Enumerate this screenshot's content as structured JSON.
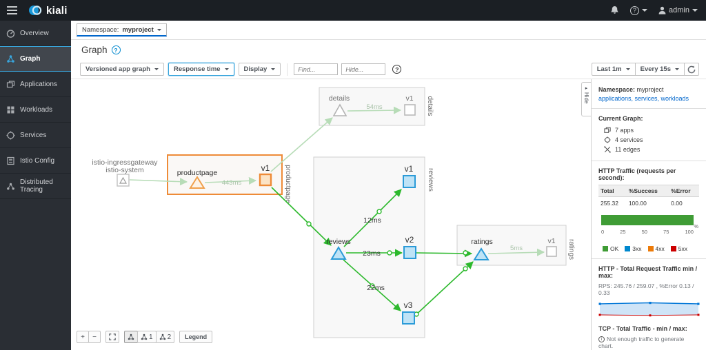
{
  "masthead": {
    "brand": "kiali",
    "user": "admin"
  },
  "sidebar": {
    "items": [
      {
        "label": "Overview"
      },
      {
        "label": "Graph"
      },
      {
        "label": "Applications"
      },
      {
        "label": "Workloads"
      },
      {
        "label": "Services"
      },
      {
        "label": "Istio Config"
      },
      {
        "label": "Distributed Tracing"
      }
    ]
  },
  "topbar": {
    "namespace_label": "Namespace:",
    "namespace_value": "myproject"
  },
  "page": {
    "title": "Graph"
  },
  "toolbar": {
    "graph_type": "Versioned app graph",
    "edge_label_mode": "Response time",
    "display": "Display",
    "find_placeholder": "Find...",
    "hide_placeholder": "Hide...",
    "duration": "Last 1m",
    "refresh_interval": "Every 15s"
  },
  "graph": {
    "gateway": {
      "line1": "istio-ingressgateway",
      "line2": "istio-system"
    },
    "groups": {
      "productpage": "productpage",
      "details": "details",
      "reviews": "reviews",
      "ratings": "ratings"
    },
    "nodes": {
      "productpage": "productpage",
      "productpage_v1": "v1",
      "details": "details",
      "details_v1": "v1",
      "reviews": "reviews",
      "reviews_v1": "v1",
      "reviews_v2": "v2",
      "reviews_v3": "v3",
      "ratings": "ratings",
      "ratings_v1": "v1"
    },
    "edges": {
      "pp_v1": "443ms",
      "details_v1": "54ms",
      "reviews_v1": "12ms",
      "reviews_v2": "23ms",
      "reviews_v3": "22ms",
      "ratings_v1": "5ms"
    }
  },
  "graph_controls": {
    "zoom_in": "+",
    "zoom_out": "−",
    "layout1": "1",
    "layout2": "2",
    "legend": "Legend",
    "hide_tab": "Hide"
  },
  "panel": {
    "namespace_label": "Namespace:",
    "namespace_value": "myproject",
    "links": "applications, services, workloads",
    "current_graph_title": "Current Graph:",
    "stats": [
      "7 apps",
      "4 services",
      "11 edges"
    ],
    "http_title": "HTTP Traffic (requests per second):",
    "table": {
      "headers": [
        "Total",
        "%Success",
        "%Error"
      ],
      "row": [
        "255.32",
        "100.00",
        "0.00"
      ]
    },
    "success_percent": 100,
    "axis_ticks": [
      "0",
      "25",
      "50",
      "75",
      "100"
    ],
    "axis_unit": "%",
    "legend": [
      "OK",
      "3xx",
      "4xx",
      "5xx"
    ],
    "http_minmax_title": "HTTP - Total Request Traffic min / max:",
    "http_minmax_value": "RPS: 245.76 / 259.07 , %Error 0.13 / 0.33",
    "tcp_title": "TCP - Total Traffic - min / max:",
    "tcp_message": "Not enough traffic to generate chart."
  },
  "colors": {
    "success_green": "#3f9c35",
    "edge_green": "#2db92d",
    "edge_idle": "#b7dcb7",
    "node_blue": "#2b9bd8",
    "node_blue_fill": "#bfe3f6",
    "node_orange": "#ee8b37",
    "node_orange_fill": "#fbe3c5",
    "accent_blue": "#39a5dc",
    "link_blue": "#0066cc",
    "legend_3xx": "#0088ce",
    "legend_4xx": "#ec7a08",
    "legend_5xx": "#cc0000"
  }
}
